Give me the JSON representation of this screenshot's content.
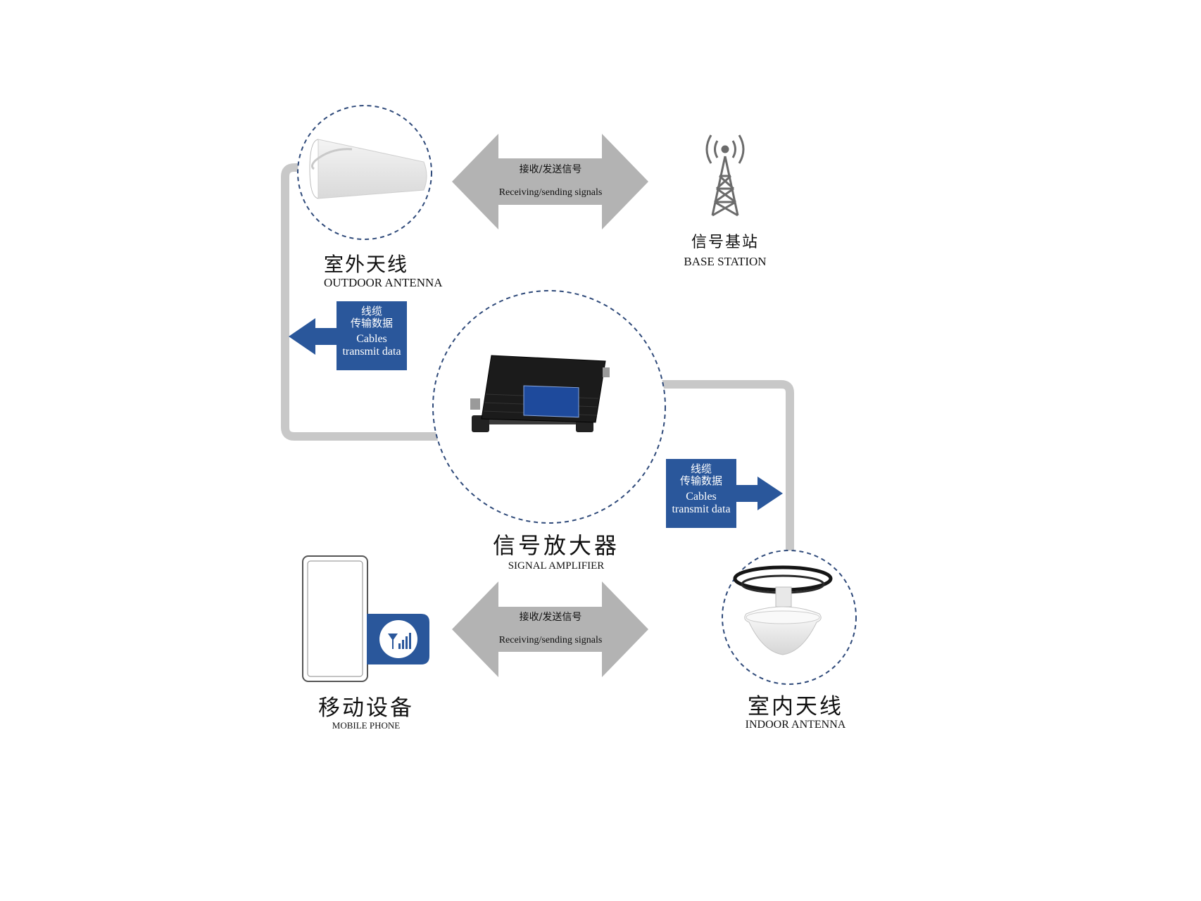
{
  "colors": {
    "background": "#ffffff",
    "cable_line": "#c8c8c8",
    "signal_arrow": "#b3b3b3",
    "cable_badge": "#2a579b",
    "dashed_circle": "#2f4a7a",
    "text": "#111111"
  },
  "nodes": {
    "outdoor_antenna": {
      "zh": "室外天线",
      "en": "OUTDOOR ANTENNA",
      "icon": "panel-antenna-icon"
    },
    "base_station": {
      "zh": "信号基站",
      "en": "BASE STATION",
      "icon": "cell-tower-icon"
    },
    "signal_amplifier": {
      "zh": "信号放大器",
      "en": "SIGNAL AMPLIFIER",
      "icon": "signal-booster-icon"
    },
    "mobile_phone": {
      "zh": "移动设备",
      "en": "MOBILE PHONE",
      "icon": "mobile-phone-icon"
    },
    "indoor_antenna": {
      "zh": "室内天线",
      "en": "INDOOR ANTENNA",
      "icon": "ceiling-antenna-icon"
    }
  },
  "signal_arrows": [
    {
      "zh": "接收/发送信号",
      "en": "Receiving/sending signals"
    },
    {
      "zh": "接收/发送信号",
      "en": "Receiving/sending signals"
    }
  ],
  "cable_badges": [
    {
      "zh_1": "线缆",
      "zh_2": "传输数据",
      "en_1": "Cables",
      "en_2": "transmit data"
    },
    {
      "zh_1": "线缆",
      "zh_2": "传输数据",
      "en_1": "Cables",
      "en_2": "transmit data"
    }
  ]
}
